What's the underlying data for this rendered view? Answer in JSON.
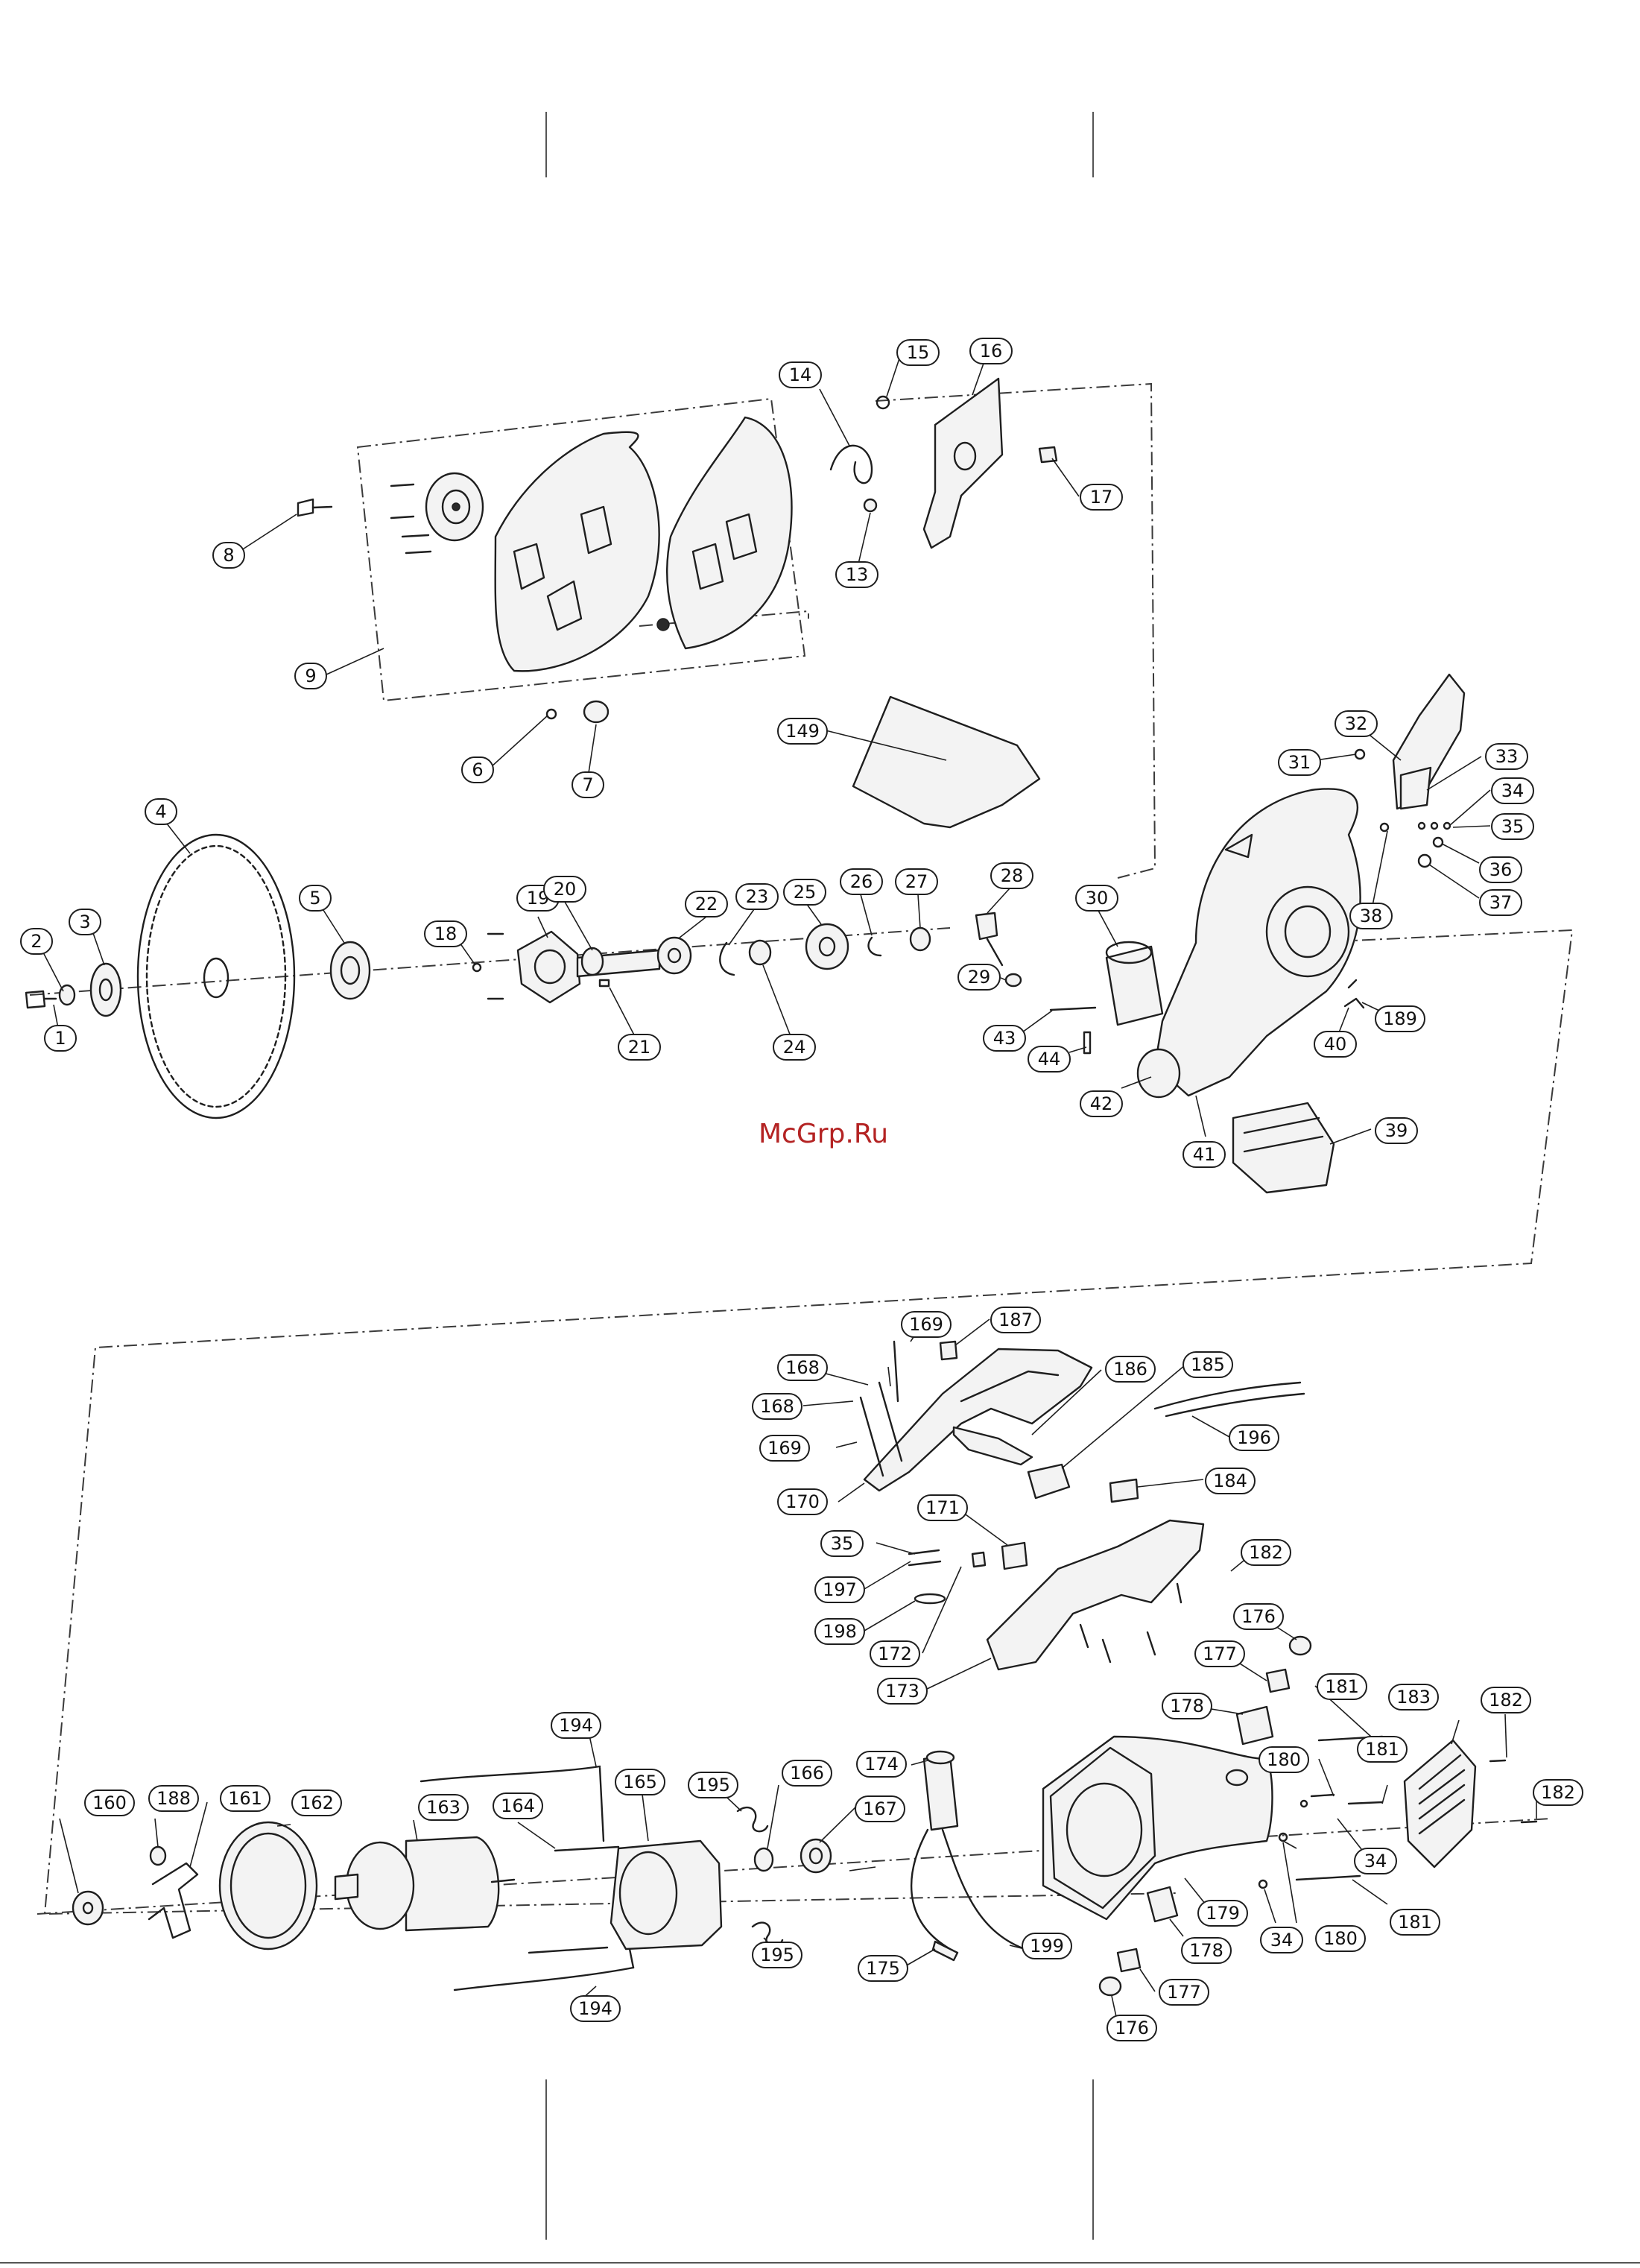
{
  "watermark": "McGrp.Ru",
  "callout_labels": [
    "1",
    "2",
    "3",
    "4",
    "5",
    "6",
    "7",
    "8",
    "9",
    "13",
    "14",
    "15",
    "16",
    "17",
    "18",
    "19",
    "20",
    "21",
    "22",
    "23",
    "24",
    "25",
    "26",
    "27",
    "28",
    "29",
    "30",
    "31",
    "32",
    "33",
    "34",
    "35",
    "36",
    "37",
    "38",
    "39",
    "40",
    "41",
    "42",
    "43",
    "44",
    "149",
    "160",
    "161",
    "162",
    "163",
    "164",
    "165",
    "166",
    "167",
    "168",
    "169",
    "170",
    "171",
    "172",
    "173",
    "174",
    "175",
    "176",
    "177",
    "178",
    "179",
    "180",
    "181",
    "182",
    "183",
    "184",
    "185",
    "186",
    "187",
    "188",
    "189",
    "194",
    "195",
    "196",
    "197",
    "198",
    "199"
  ]
}
